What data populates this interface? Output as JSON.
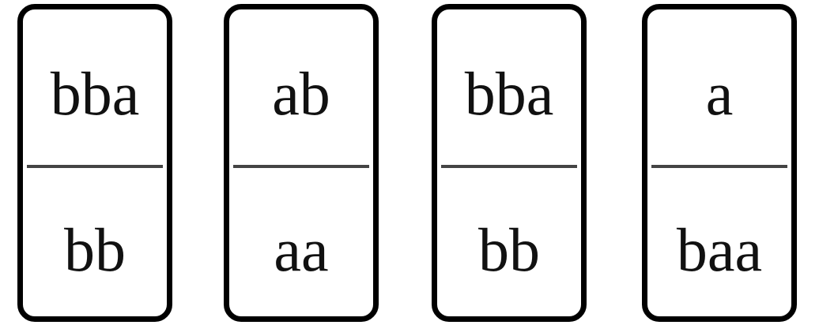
{
  "dominoes": [
    {
      "top": "bba",
      "bottom": "bb"
    },
    {
      "top": "ab",
      "bottom": "aa"
    },
    {
      "top": "bba",
      "bottom": "bb"
    },
    {
      "top": "a",
      "bottom": "baa"
    }
  ]
}
